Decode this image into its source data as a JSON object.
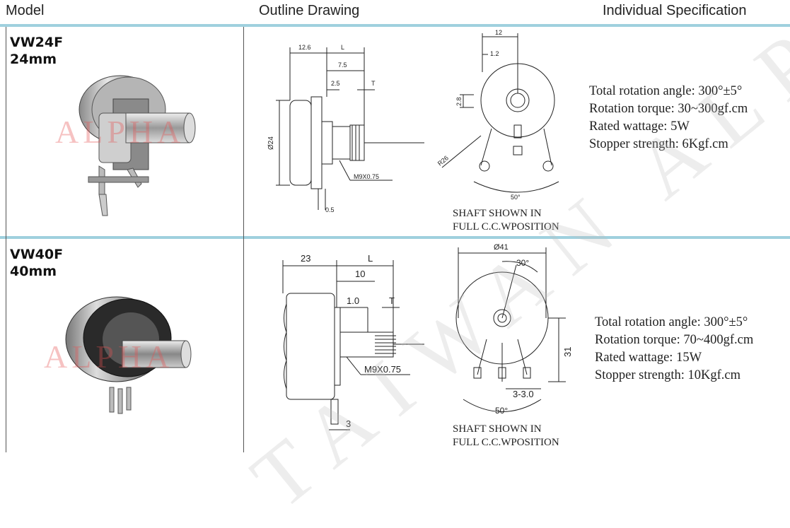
{
  "header": {
    "model": "Model",
    "outline": "Outline Drawing",
    "spec": "Individual Specification"
  },
  "watermark": {
    "main": "TAIWAN ALPHA",
    "photo": "ALPHA"
  },
  "rows": [
    {
      "model_code": "VW24F",
      "model_size": "24mm",
      "dims": {
        "a": "12.6",
        "b": "L",
        "c": "7.5",
        "d": "2.5",
        "e": "T",
        "dia": "Ø24",
        "thread": "M9X0.75",
        "pin": "0.5",
        "top": "12",
        "top2": "1.2",
        "side": "2.8",
        "radius": "R26",
        "angle": "50°"
      },
      "caption_1": "SHAFT SHOWN IN",
      "caption_2": "FULL C.C.WPOSITION",
      "specs": [
        "Total rotation angle: 300°±5°",
        "Rotation torque: 30~300gf.cm",
        "Rated wattage: 5W",
        "Stopper strength: 6Kgf.cm"
      ]
    },
    {
      "model_code": "VW40F",
      "model_size": "40mm",
      "dims": {
        "a": "23",
        "b": "L",
        "c": "10",
        "d": "1.0",
        "e": "T",
        "thread": "M9X0.75",
        "pin": "3",
        "top": "Ø41",
        "angle_top": "30°",
        "height": "31",
        "pins": "3-3.0",
        "angle": "50°"
      },
      "caption_1": "SHAFT SHOWN IN",
      "caption_2": "FULL C.C.WPOSITION",
      "specs": [
        "Total rotation angle: 300°±5°",
        "Rotation torque: 70~400gf.cm",
        "Rated wattage: 15W",
        "Stopper strength: 10Kgf.cm"
      ]
    }
  ]
}
